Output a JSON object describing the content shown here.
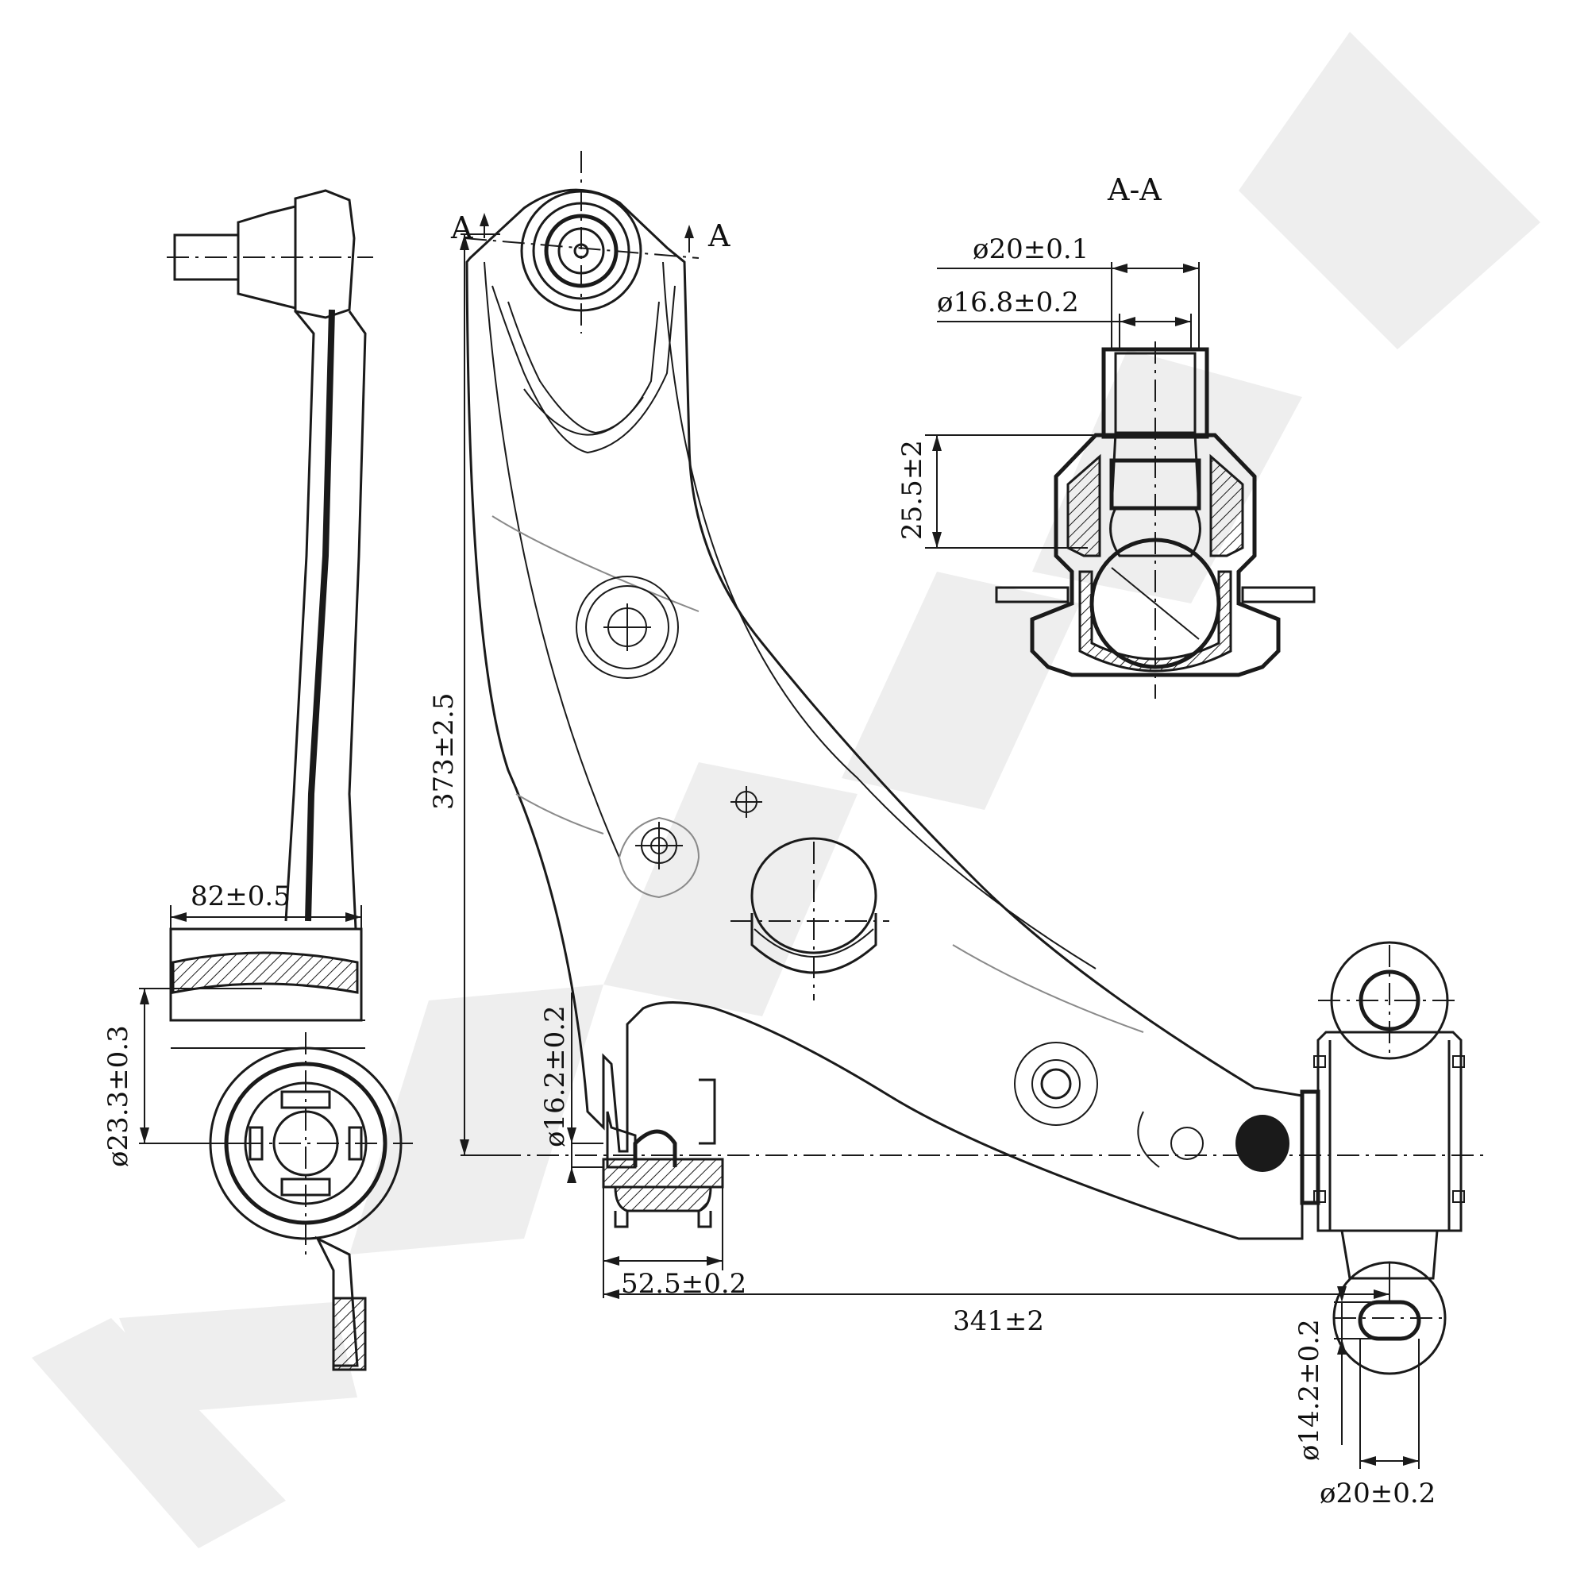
{
  "drawing": {
    "section": {
      "title": "A-A",
      "marker_left": "A",
      "marker_right": "A"
    },
    "dimensions": {
      "ball_stud_diameter": "ø20±0.1",
      "ball_stud_taper": "ø16.8±0.2",
      "ball_stud_height": "25.5±2",
      "arm_height": "373±2.5",
      "front_bush_inner": "ø16.2±0.2",
      "front_bush_width": "52.5±0.2",
      "arm_length": "341±2",
      "rear_bush_slot": "ø14.2±0.2",
      "rear_bush_outer": "ø20±0.2",
      "side_view_width": "82±0.5",
      "side_view_bush": "ø23.3±0.3"
    },
    "icons": {
      "watermark": "brand-watermark-logo",
      "hatching": "section-hatch-pattern"
    },
    "colors": {
      "line": "#1a1a1a",
      "watermark": "#eeeeee"
    }
  }
}
